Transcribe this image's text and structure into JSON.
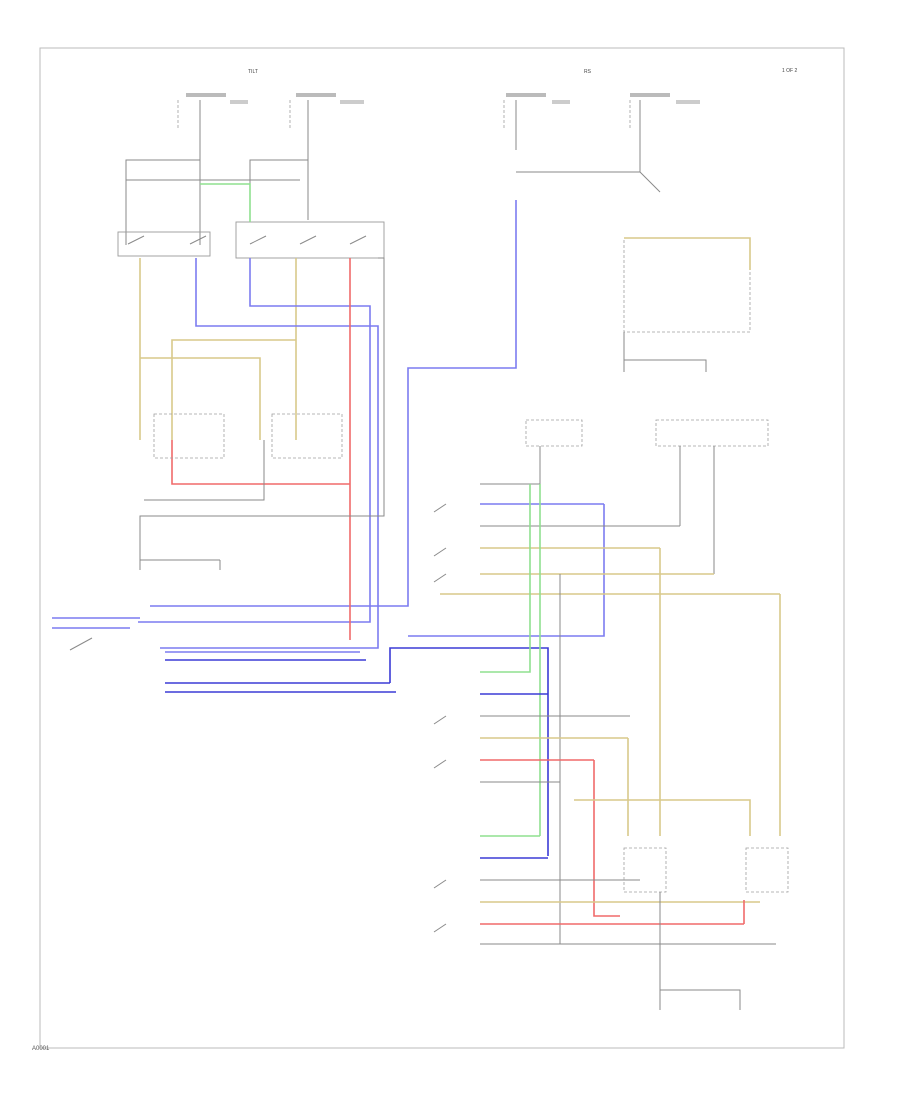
{
  "sections": {
    "left_title": "TILT",
    "middle_title": "RS",
    "right_title": "1 OF 2"
  },
  "footer": {
    "code": "A0001"
  },
  "colors": {
    "yellow": "#d9c98a",
    "blue": "#7c7cf0",
    "red": "#f06a6a",
    "green": "#8fe08f",
    "dark_blue": "#3b3bd6",
    "gray": "#8a8a8a"
  }
}
